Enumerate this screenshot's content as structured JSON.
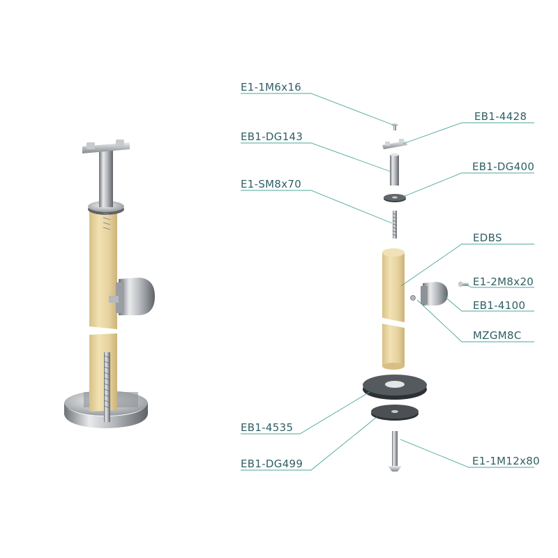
{
  "colors": {
    "label_text": "#2f5f63",
    "leader_line": "#4aa69a",
    "wood": "#ead7a4",
    "steel": "#b9bcc0",
    "background": "#ffffff"
  },
  "assembled_view": {
    "description_icon": "assembled-wooden-post-icon"
  },
  "parts": [
    {
      "code": "E1-1M6x16"
    },
    {
      "code": "EB1-4428"
    },
    {
      "code": "EB1-DG143"
    },
    {
      "code": "EB1-DG400"
    },
    {
      "code": "E1-SM8x70"
    },
    {
      "code": "EDBS"
    },
    {
      "code": "E1-2M8x20"
    },
    {
      "code": "EB1-4100"
    },
    {
      "code": "MZGM8C"
    },
    {
      "code": "EB1-4535"
    },
    {
      "code": "EB1-DG499"
    },
    {
      "code": "E1-1M12x80"
    }
  ]
}
